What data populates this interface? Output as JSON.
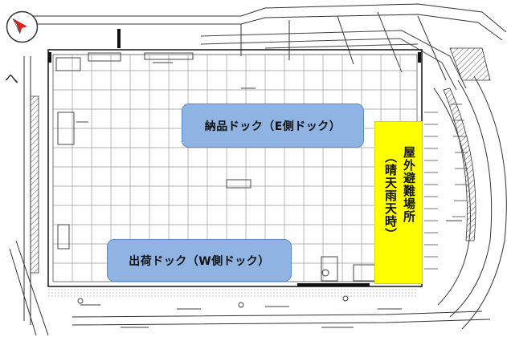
{
  "map": {
    "docks": {
      "east_label": "納品ドック（E側ドック）",
      "west_label": "出荷ドック（W側ドック）"
    },
    "evacuation": {
      "main_label": "屋外避難場所",
      "sub_label": "（晴天雨天時）"
    },
    "side_char": "へ",
    "compass_icon": "north-arrow-icon",
    "colors": {
      "dock_fill": "#8fb4e3",
      "evacuation_fill": "#ffff00",
      "compass_red": "#e02020"
    }
  }
}
